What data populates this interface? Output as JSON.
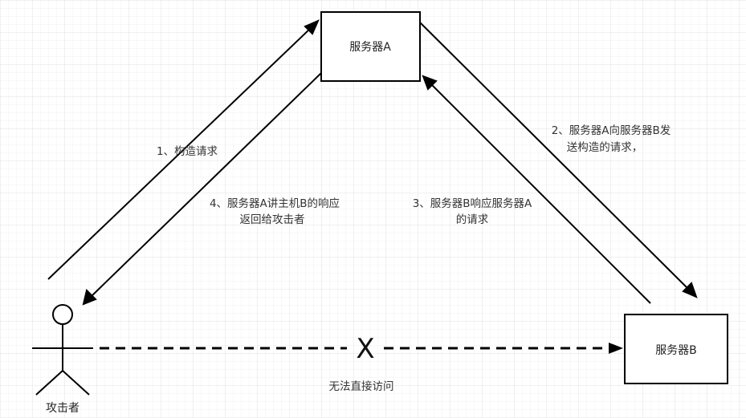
{
  "nodes": {
    "server_a": "服务器A",
    "server_b": "服务器B",
    "attacker": "攻击者"
  },
  "edges": {
    "step1": "1、构造请求",
    "step2_line1": "2、服务器A向服务器B发",
    "step2_line2": "送构造的请求，",
    "step3_line1": "3、服务器B响应服务器A",
    "step3_line2": "的请求",
    "step4_line1": "4、服务器A讲主机B的响应",
    "step4_line2": "返回给攻击者",
    "blocked_mark": "X",
    "blocked_label": "无法直接访问"
  },
  "colors": {
    "background": "#ffffff",
    "grid": "#e6e6e6",
    "stroke": "#000000",
    "text": "#333333"
  }
}
